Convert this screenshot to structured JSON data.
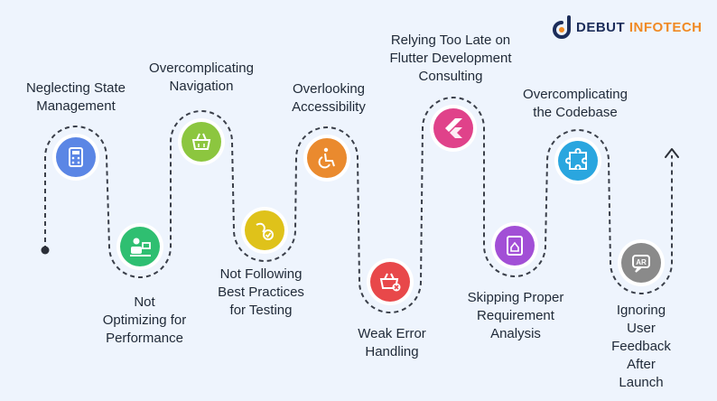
{
  "brand": {
    "name_part1": "DEBUT ",
    "name_part2": "INFOTECH",
    "accent_color": "#f08a24",
    "primary_color": "#1c2d5a"
  },
  "steps": [
    {
      "label": "Neglecting State\nManagement",
      "icon": "calculator-icon",
      "color": "#5b86e5"
    },
    {
      "label": "Not\nOptimizing for\nPerformance",
      "icon": "worker-desk-icon",
      "color": "#2fbf71"
    },
    {
      "label": "Overcomplicating\nNavigation",
      "icon": "navigation-basket-icon",
      "color": "#8cc63f"
    },
    {
      "label": "Not Following\nBest Practices\nfor Testing",
      "icon": "check-leaf-icon",
      "color": "#dfc21a"
    },
    {
      "label": "Overlooking\nAccessibility",
      "icon": "wheelchair-icon",
      "color": "#ea8a2e"
    },
    {
      "label": "Weak Error\nHandling",
      "icon": "error-basket-icon",
      "color": "#e8484a"
    },
    {
      "label": "Relying Too Late on\nFlutter Development\nConsulting",
      "icon": "flutter-logo-icon",
      "color": "#e0428a"
    },
    {
      "label": "Skipping Proper\nRequirement\nAnalysis",
      "icon": "document-house-icon",
      "color": "#a24fd6"
    },
    {
      "label": "Overcomplicating\nthe Codebase",
      "icon": "puzzle-icon",
      "color": "#2aa6df"
    },
    {
      "label": "Ignoring User\nFeedback After\nLaunch",
      "icon": "feedback-chat-icon",
      "color": "#8a8a8a"
    }
  ]
}
